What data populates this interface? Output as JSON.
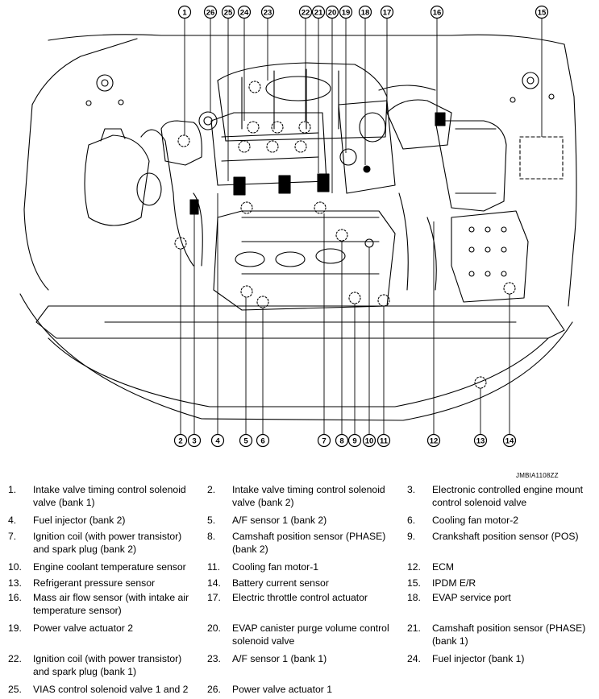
{
  "figure": {
    "reference_code": "JMBIA1108ZZ",
    "callouts": [
      "1",
      "2",
      "3",
      "4",
      "5",
      "6",
      "7",
      "8",
      "9",
      "10",
      "11",
      "12",
      "13",
      "14",
      "15",
      "16",
      "17",
      "18",
      "19",
      "20",
      "21",
      "22",
      "23",
      "24",
      "25",
      "26"
    ]
  },
  "legend": [
    {
      "num": "1.",
      "text": "Intake valve timing control solenoid valve (bank 1)",
      "lines": [
        "Intake valve timing control solenoid",
        "valve (bank 1)"
      ]
    },
    {
      "num": "2.",
      "text": "Intake valve timing control solenoid valve (bank 2)",
      "lines": [
        "Intake valve timing control solenoid",
        "valve (bank 2)"
      ]
    },
    {
      "num": "3.",
      "text": "Electronic controlled engine mount control solenoid valve",
      "lines": [
        "Electronic controlled engine mount",
        "control solenoid valve"
      ]
    },
    {
      "num": "4.",
      "text": "Fuel injector (bank 2)",
      "lines": [
        "Fuel injector (bank 2)"
      ]
    },
    {
      "num": "5.",
      "text": "A/F sensor 1 (bank 2)",
      "lines": [
        "A/F sensor 1 (bank 2)"
      ]
    },
    {
      "num": "6.",
      "text": "Cooling fan motor-2",
      "lines": [
        "Cooling fan motor-2"
      ]
    },
    {
      "num": "7.",
      "text": "Ignition coil (with power transistor) and spark plug (bank 2)",
      "lines": [
        "Ignition coil (with power transistor)",
        "and spark plug (bank 2)"
      ]
    },
    {
      "num": "8.",
      "text": "Camshaft position sensor (PHASE) (bank 2)",
      "lines": [
        "Camshaft position sensor (PHASE)",
        "(bank 2)"
      ]
    },
    {
      "num": "9.",
      "text": "Crankshaft position sensor (POS)",
      "lines": [
        "Crankshaft position sensor (POS)"
      ]
    },
    {
      "num": "10.",
      "text": "Engine coolant temperature sensor",
      "lines": [
        "Engine coolant temperature sensor"
      ]
    },
    {
      "num": "11.",
      "text": "Cooling fan motor-1",
      "lines": [
        "Cooling fan motor-1"
      ]
    },
    {
      "num": "12.",
      "text": "ECM",
      "lines": [
        "ECM"
      ]
    },
    {
      "num": "13.",
      "text": "Refrigerant pressure sensor",
      "lines": [
        "Refrigerant pressure sensor"
      ]
    },
    {
      "num": "14.",
      "text": "Battery current sensor",
      "lines": [
        "Battery current sensor"
      ]
    },
    {
      "num": "15.",
      "text": "IPDM E/R",
      "lines": [
        "IPDM E/R"
      ]
    },
    {
      "num": "16.",
      "text": "Mass air flow sensor (with intake air temperature sensor)",
      "lines": [
        "Mass air flow sensor (with intake air",
        "temperature sensor)"
      ]
    },
    {
      "num": "17.",
      "text": "Electric throttle control actuator",
      "lines": [
        "Electric throttle control actuator"
      ]
    },
    {
      "num": "18.",
      "text": "EVAP service port",
      "lines": [
        "EVAP service port"
      ]
    },
    {
      "num": "19.",
      "text": "Power valve actuator 2",
      "lines": [
        "Power valve actuator 2"
      ]
    },
    {
      "num": "20.",
      "text": "EVAP canister purge volume control solenoid valve",
      "lines": [
        "EVAP canister purge volume control",
        "solenoid valve"
      ]
    },
    {
      "num": "21.",
      "text": "Camshaft position sensor (PHASE) (bank 1)",
      "lines": [
        "Camshaft position sensor (PHASE)",
        "(bank 1)"
      ]
    },
    {
      "num": "22.",
      "text": "Ignition coil (with power transistor) and spark plug (bank 1)",
      "lines": [
        "Ignition coil (with power transistor)",
        "and spark plug (bank 1)"
      ]
    },
    {
      "num": "23.",
      "text": "A/F sensor 1 (bank 1)",
      "lines": [
        "A/F sensor 1 (bank 1)"
      ]
    },
    {
      "num": "24.",
      "text": "Fuel injector (bank 1)",
      "lines": [
        "Fuel injector (bank 1)"
      ]
    },
    {
      "num": "25.",
      "text": "VIAS control solenoid valve 1 and 2",
      "lines": [
        "VIAS control solenoid valve 1 and 2"
      ]
    },
    {
      "num": "26.",
      "text": "Power valve actuator 1",
      "lines": [
        "Power valve actuator 1"
      ]
    }
  ]
}
